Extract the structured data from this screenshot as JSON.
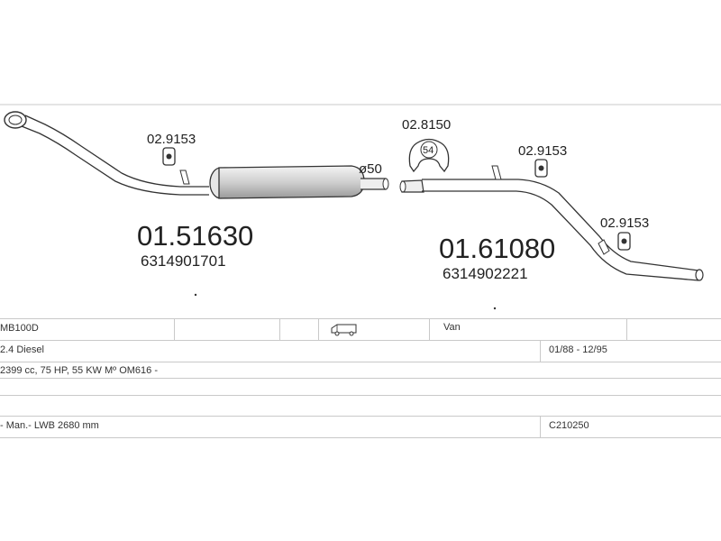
{
  "parts": [
    {
      "part_number": "01.51630",
      "oem_number": "6314901701",
      "diameter_label": "ø50",
      "clamp_ref": "02.9153"
    },
    {
      "part_number": "01.61080",
      "oem_number": "6314902221",
      "clamp_refs": [
        "02.8150",
        "02.9153",
        "02.9153"
      ],
      "clamp_badge": "54"
    }
  ],
  "vehicle": {
    "model": "MB100D",
    "body_type": "Van",
    "engine": "2.4 Diesel",
    "years": "01/88 - 12/95",
    "spec": "2399 cc, 75 HP, 55 KW Mº OM616 -",
    "transmission": "- Man.- LWB 2680 mm",
    "code": "C210250"
  },
  "icons": {
    "van": "van-icon"
  },
  "colors": {
    "line": "#333333",
    "grid": "#c9c9c9",
    "shade": "#d8d8d8"
  }
}
